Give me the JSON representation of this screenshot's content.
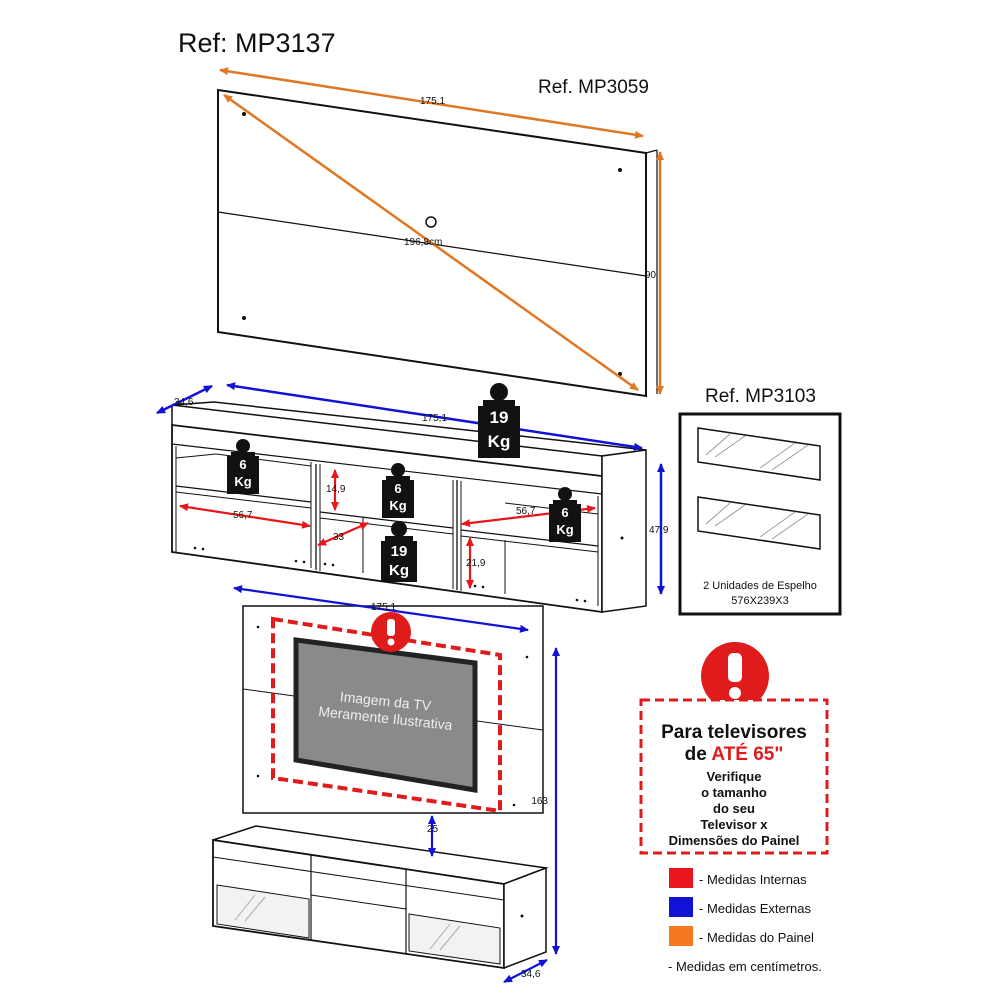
{
  "refs": {
    "main": "Ref: MP3137",
    "panel": "Ref. MP3059",
    "mirror": "Ref. MP3103"
  },
  "panel_dims": {
    "width": "175,1",
    "height": "90",
    "diagonal": "196,8cm"
  },
  "rack_dims": {
    "depth": "34,6",
    "width": "175,1",
    "height": "47,9",
    "niche_width_left": "56,7",
    "niche_width_right": "56,7",
    "niche_height": "14,9",
    "center_width": "33",
    "lower_height": "21,9"
  },
  "weights": {
    "top": [
      "19",
      "Kg"
    ],
    "left": [
      "6",
      "Kg"
    ],
    "center": [
      "6",
      "Kg"
    ],
    "right": [
      "6",
      "Kg"
    ],
    "bottom": [
      "19",
      "Kg"
    ]
  },
  "mirror": {
    "caption_line1": "2 Unidades de Espelho",
    "caption_line2": "576X239X3"
  },
  "assembly": {
    "width": "175,1",
    "total_height": "163",
    "gap": "25",
    "depth": "34,6",
    "tv_label_line1": "Imagem da TV",
    "tv_label_line2": "Meramente Ilustrativa"
  },
  "warning": {
    "title_line1": "Para televisores",
    "title_line2_prefix": "de ",
    "title_line2_highlight": "ATÉ 65\"",
    "body": [
      "Verifique",
      "o tamanho",
      "do seu",
      "Televisor x",
      "Dimensões do Painel"
    ]
  },
  "legend": {
    "items": [
      {
        "color": "#e8161c",
        "label": "- Medidas Internas"
      },
      {
        "color": "#1212d6",
        "label": "- Medidas Externas"
      },
      {
        "color": "#f47920",
        "label": "- Medidas do Painel"
      }
    ],
    "note": "- Medidas em centímetros."
  },
  "colors": {
    "internal": "#e8161c",
    "external": "#1212d6",
    "panel": "#e07722",
    "alert": "#e01b1b",
    "tv": "#8a8a8a"
  },
  "icons": {
    "weight": "kettlebell-weight-icon",
    "alert": "exclamation-alert-icon",
    "mirror": "mirror-glass-icon"
  }
}
